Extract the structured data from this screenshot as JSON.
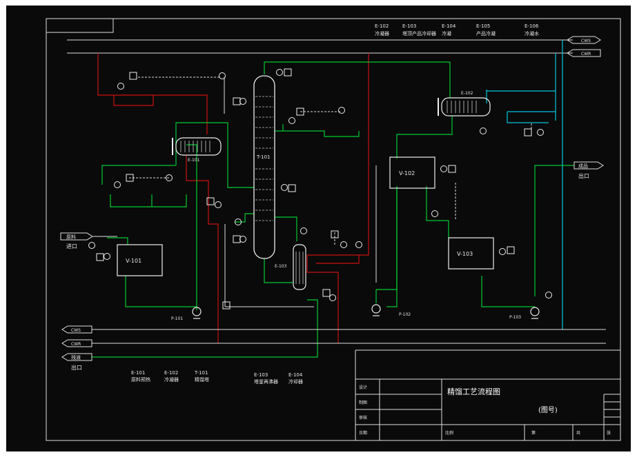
{
  "legend_top": [
    {
      "code": "E-102",
      "label": "冷凝器"
    },
    {
      "code": "E-103",
      "label": "塔顶产品冷却器"
    },
    {
      "code": "E-104",
      "label": "冷凝"
    },
    {
      "code": "E-105",
      "label": "产品冷凝"
    },
    {
      "code": "E-106",
      "label": "冷凝水"
    }
  ],
  "legend_bottom": [
    {
      "code": "E-101",
      "label": "原料预热"
    },
    {
      "code": "E-102",
      "label": "冷凝器"
    },
    {
      "code": "T-101",
      "label": "精馏塔"
    },
    {
      "code": "E-103",
      "label": "塔釜再沸器"
    },
    {
      "code": "E-104",
      "label": "冷却器"
    }
  ],
  "right_lines": [
    {
      "label": "CWS"
    },
    {
      "label": "CWR"
    }
  ],
  "left_lines": [
    {
      "label": "CWS"
    },
    {
      "label": "CWR"
    },
    {
      "label": "残液"
    }
  ],
  "feed_in": {
    "line1": "原料",
    "line2": "进口"
  },
  "product_out": {
    "line1": "成品",
    "line2": "出口"
  },
  "residue_out": {
    "line1": "残液",
    "line2": "出口"
  },
  "equipment": {
    "v101": "V-101",
    "v102": "V-102",
    "v103": "V-103",
    "t101": "T-101",
    "e101": "E-101",
    "e102": "E-102",
    "e103": "E-103",
    "p101": "P-101",
    "p102": "P-102",
    "p103": "P-103"
  },
  "title_block": {
    "title": "精馏工艺流程图",
    "drawing_no": "(图号)",
    "rows": [
      "设计",
      "制图",
      "审核",
      "日期"
    ],
    "scale_label": "比例",
    "sheet_label": "第",
    "of_label": "共",
    "page_label": "张"
  },
  "colors": {
    "background": "#0a0a0a",
    "process_line": "#00cc33",
    "steam_line": "#cc1111",
    "cooling_water": "#00c8e0",
    "equipment": "#f0f0f0"
  }
}
